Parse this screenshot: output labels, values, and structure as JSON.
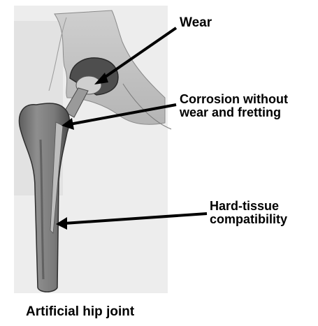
{
  "figure": {
    "caption": "Artificial hip joint",
    "callouts": {
      "wear": "Wear",
      "corrosion_line1": "Corrosion without",
      "corrosion_line2": "wear and fretting",
      "hard_tissue_line1": "Hard-tissue",
      "hard_tissue_line2": "compatibility"
    }
  }
}
